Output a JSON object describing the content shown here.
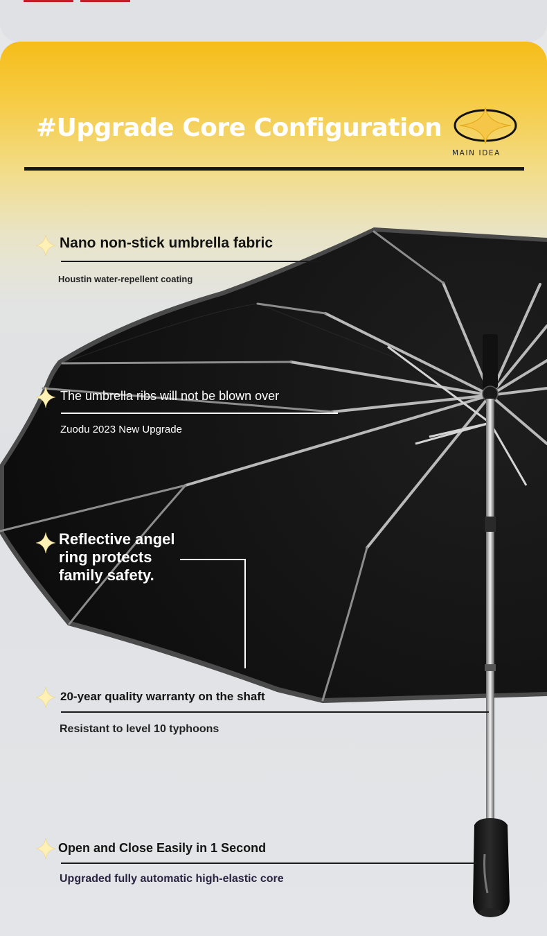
{
  "header": {
    "title": "#Upgrade Core Configuration",
    "logo_label": "MAIN IDEA"
  },
  "features": [
    {
      "title": "Nano non-stick umbrella fabric",
      "subtitle": "Houstin water-repellent coating"
    },
    {
      "title": "The umbrella ribs will not be blown over",
      "subtitle": "Zuodu 2023 New Upgrade"
    },
    {
      "title_lines": [
        "Reflective angel",
        "ring protects",
        "family safety."
      ]
    },
    {
      "title": "20-year quality warranty on the shaft",
      "subtitle": "Resistant to level 10 typhoons"
    },
    {
      "title": "Open and Close Easily in 1 Second",
      "subtitle": "Upgraded fully automatic high-elastic core"
    }
  ],
  "colors": {
    "banner_top": "#f5bd19",
    "canopy": "#161616",
    "star": "#fff0b8",
    "text_dark": "#131313"
  }
}
